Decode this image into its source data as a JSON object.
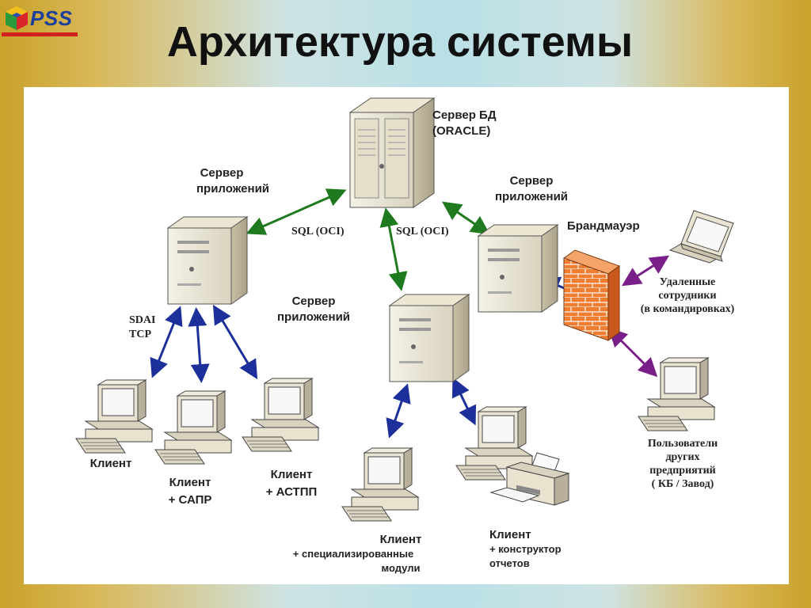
{
  "logo": {
    "text": "PSS"
  },
  "title": "Архитектура системы",
  "nodes": {
    "db_server": {
      "line1": "Сервер БД",
      "line2": "(ORACLE)"
    },
    "app_server_left": {
      "line1": "Сервер",
      "line2": "приложений"
    },
    "app_server_right": {
      "line1": "Сервер",
      "line2": "приложений"
    },
    "app_server_center": {
      "line1": "Сервер",
      "line2": "приложений"
    },
    "firewall": {
      "label": "Брандмауэр"
    },
    "remote_staff": {
      "line1": "Удаленные",
      "line2": "сотрудники",
      "line3": "(в командировках)"
    },
    "other_users": {
      "line1": "Пользователи",
      "line2": "других",
      "line3": "предприятий",
      "line4": "( КБ / Завод)"
    },
    "client1": {
      "line1": "Клиент"
    },
    "client2": {
      "line1": "Клиент",
      "line2": "+ САПР"
    },
    "client3": {
      "line1": "Клиент",
      "line2": "+ АСТПП"
    },
    "client4": {
      "line1": "Клиент",
      "line2": "+ специализированные",
      "line3": "модули"
    },
    "client5": {
      "line1": "Клиент",
      "line2": "+ конструктор",
      "line3": "отчетов"
    }
  },
  "links": {
    "sql_left": "SQL (OCI)",
    "sql_center": "SQL (OCI)",
    "sdai_line1": "SDAI",
    "sdai_line2": "TCP"
  },
  "colors": {
    "arrow_green": "#1f7a1f",
    "arrow_blue": "#1c2f9a",
    "arrow_purple": "#7a1f8a",
    "firewall": "#e8742a"
  }
}
